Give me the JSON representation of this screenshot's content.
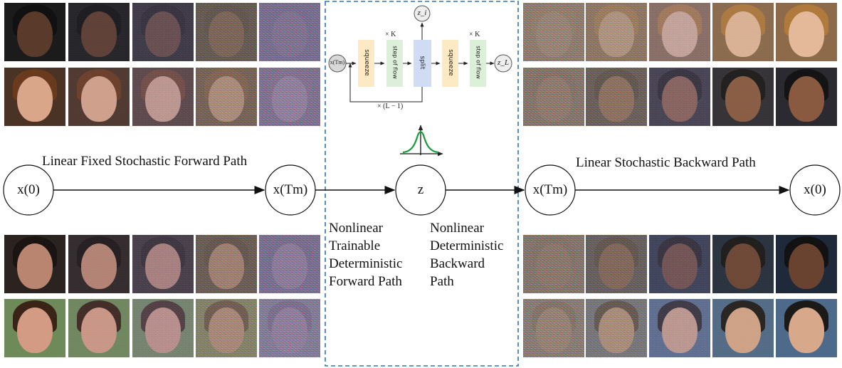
{
  "main_path": {
    "forward_label": "Linear Fixed Stochastic Forward Path",
    "backward_label": "Linear Stochastic Backward Path",
    "nodes": [
      "x(0)",
      "x(Tm)",
      "z",
      "x(Tm)",
      "x(0)"
    ]
  },
  "center_panel": {
    "forward_text": "Nonlinear\nTrainable\nDeterministic\nForward Path",
    "backward_text": "Nonlinear\nDeterministic\nBackward\nPath"
  },
  "flow_diagram": {
    "input_label": "x(Tm)",
    "blocks": [
      "squeeze",
      "step of flow",
      "split",
      "squeeze",
      "step of flow"
    ],
    "repeat_k": "× K",
    "repeat_l": "× (L − 1)",
    "z_i": "z_i",
    "z_l": "z_L"
  },
  "colors": {
    "dashed_border": "#2e75b6",
    "squeeze_fill": "#fde9c4",
    "flow_fill": "#dcefd8",
    "split_fill": "#cfdcf3",
    "gaussian_curve": "#1a9c3c"
  }
}
